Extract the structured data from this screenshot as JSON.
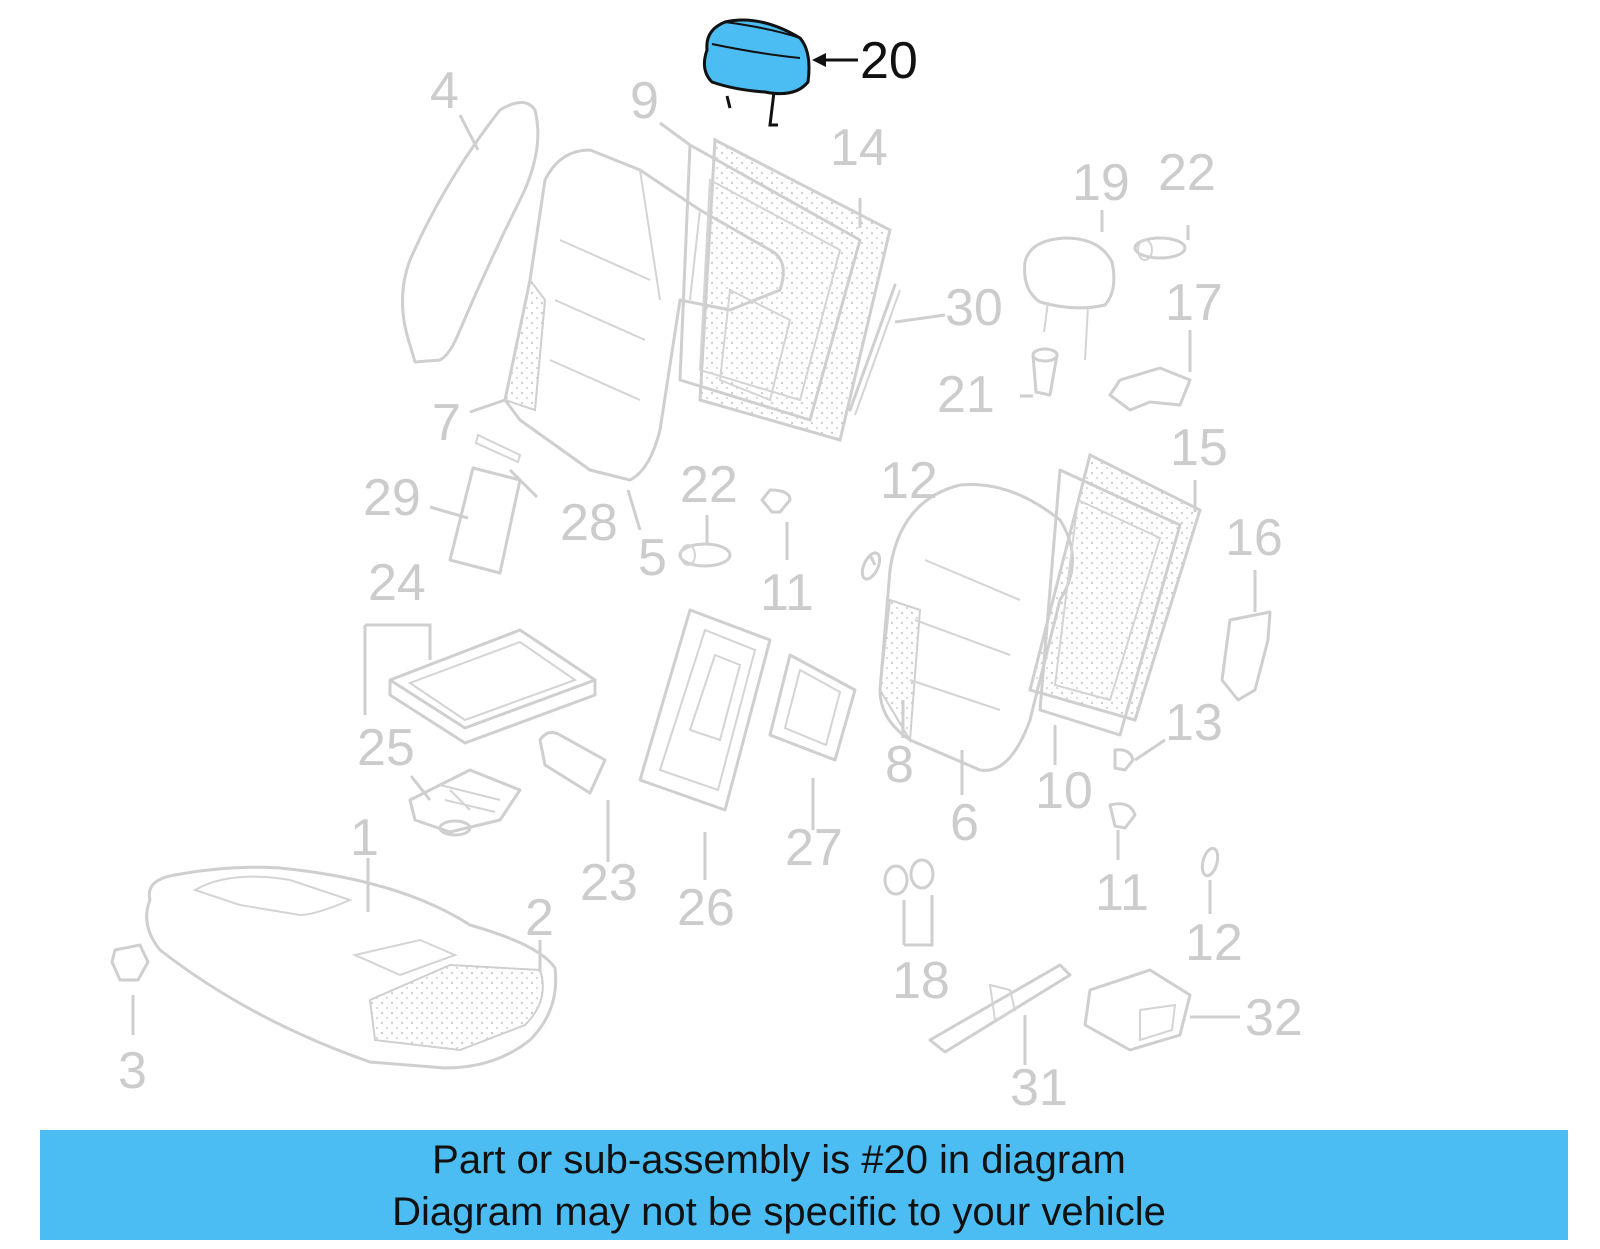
{
  "colors": {
    "highlight_fill": "#4cbdf2",
    "part_stroke": "#cfcfcf",
    "highlight_text": "#111111"
  },
  "diagram": {
    "highlighted_part": {
      "number": "20",
      "name": "headrest"
    },
    "callouts": [
      {
        "id": "c1",
        "label": "1"
      },
      {
        "id": "c2",
        "label": "2"
      },
      {
        "id": "c3",
        "label": "3"
      },
      {
        "id": "c4",
        "label": "4"
      },
      {
        "id": "c5",
        "label": "5"
      },
      {
        "id": "c6",
        "label": "6"
      },
      {
        "id": "c7",
        "label": "7"
      },
      {
        "id": "c8",
        "label": "8"
      },
      {
        "id": "c9",
        "label": "9"
      },
      {
        "id": "c10",
        "label": "10"
      },
      {
        "id": "c11a",
        "label": "11"
      },
      {
        "id": "c11b",
        "label": "11"
      },
      {
        "id": "c12a",
        "label": "12"
      },
      {
        "id": "c12b",
        "label": "12"
      },
      {
        "id": "c13",
        "label": "13"
      },
      {
        "id": "c14",
        "label": "14"
      },
      {
        "id": "c15",
        "label": "15"
      },
      {
        "id": "c16",
        "label": "16"
      },
      {
        "id": "c17",
        "label": "17"
      },
      {
        "id": "c18",
        "label": "18"
      },
      {
        "id": "c19",
        "label": "19"
      },
      {
        "id": "c20",
        "label": "20"
      },
      {
        "id": "c21",
        "label": "21"
      },
      {
        "id": "c22a",
        "label": "22"
      },
      {
        "id": "c22b",
        "label": "22"
      },
      {
        "id": "c23",
        "label": "23"
      },
      {
        "id": "c24",
        "label": "24"
      },
      {
        "id": "c25",
        "label": "25"
      },
      {
        "id": "c26",
        "label": "26"
      },
      {
        "id": "c27",
        "label": "27"
      },
      {
        "id": "c28",
        "label": "28"
      },
      {
        "id": "c29",
        "label": "29"
      },
      {
        "id": "c30",
        "label": "30"
      },
      {
        "id": "c31",
        "label": "31"
      },
      {
        "id": "c32",
        "label": "32"
      }
    ]
  },
  "banner": {
    "line1": "Part or sub-assembly is #20 in diagram",
    "line2": "Diagram may not be specific to your vehicle"
  }
}
